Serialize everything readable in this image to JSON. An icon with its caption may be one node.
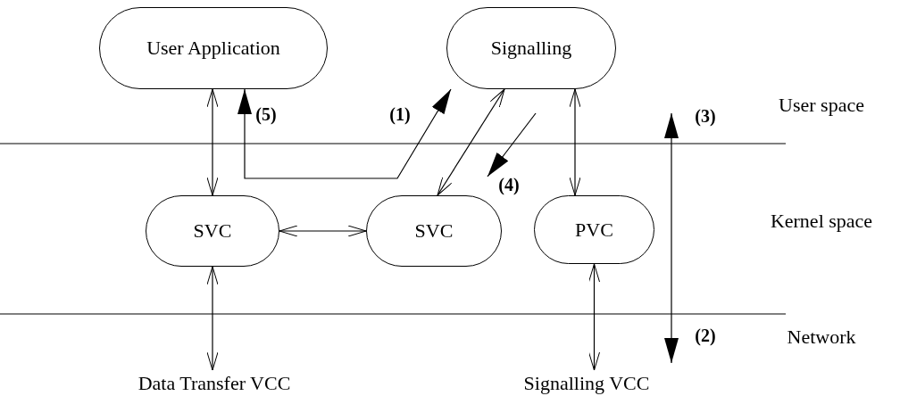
{
  "diagram": {
    "nodes": [
      {
        "text": [
          "User Application"
        ]
      },
      {
        "text": [
          "Signalling"
        ]
      },
      {
        "text": [
          "SVC"
        ]
      },
      {
        "text": [
          "SVC"
        ]
      },
      {
        "text": [
          "PVC"
        ]
      },
      {
        "text": [
          "Data Transfer VCC"
        ]
      },
      {
        "text": [
          "Signalling VCC"
        ]
      }
    ],
    "edges": [
      {
        "from": 0,
        "to": 2,
        "arrow": "both"
      },
      {
        "from": 1,
        "to": 3,
        "arrow": "both"
      },
      {
        "from": 2,
        "to": 3,
        "arrow": "both"
      },
      {
        "from": 1,
        "to": 4,
        "arrow": "both"
      },
      {
        "from": 2,
        "to": 5,
        "arrow": "both"
      },
      {
        "from": 4,
        "to": 6,
        "arrow": "both"
      },
      {
        "from": 0,
        "to": 1,
        "arrow": "both"
      }
    ],
    "labels": [
      "User space",
      "(5)",
      "(1)",
      "(3)",
      "(4)",
      "Kernel space",
      "(2)",
      "Network"
    ]
  }
}
